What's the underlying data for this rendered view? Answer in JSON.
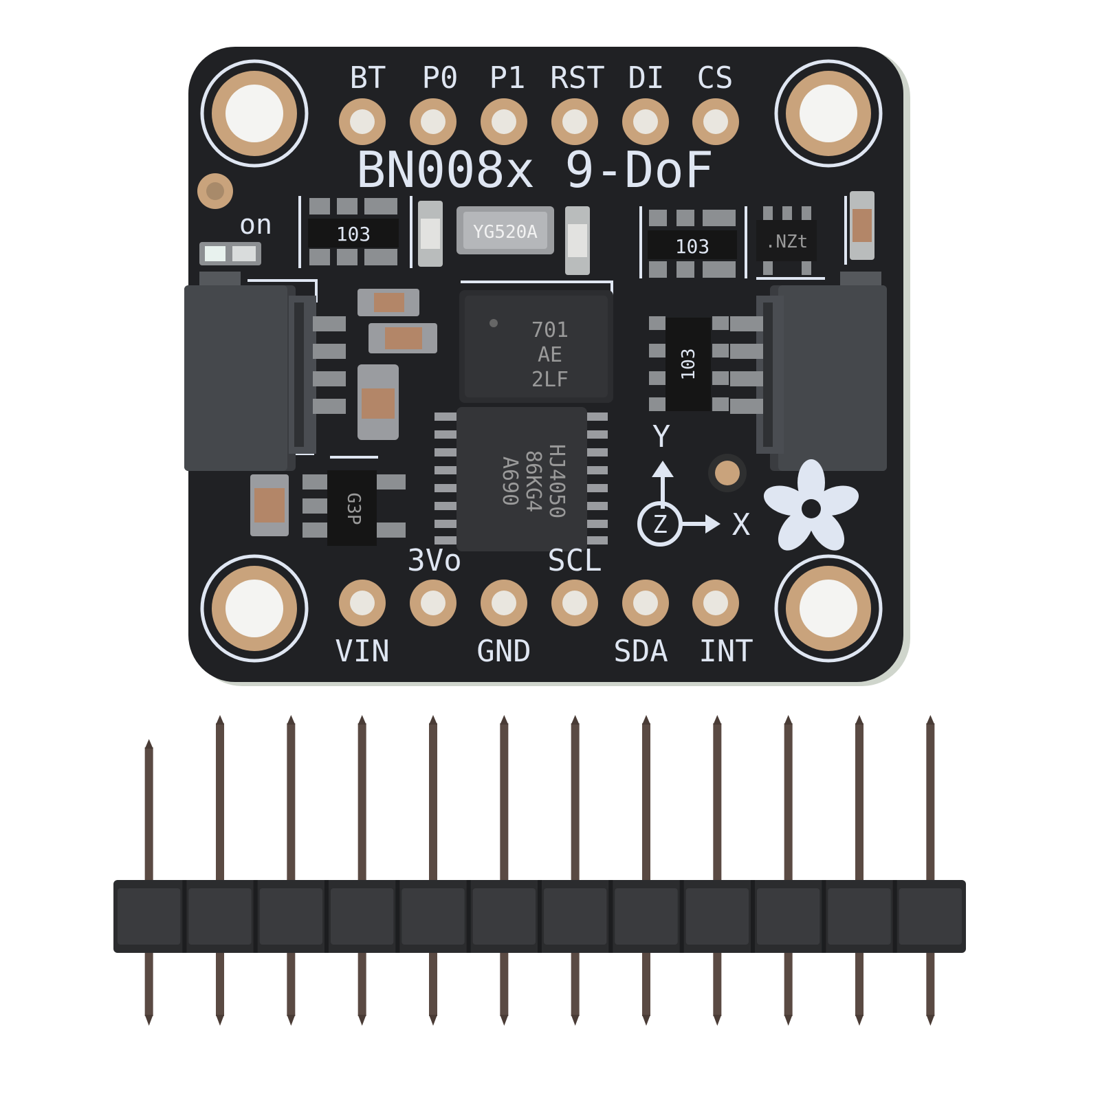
{
  "board": {
    "title": "BN008x 9-DoF",
    "top_pins": [
      "BT",
      "P0",
      "P1",
      "RST",
      "DI",
      "CS"
    ],
    "bottom_pins_lower": [
      "VIN",
      "GND",
      "SDA",
      "INT"
    ],
    "bottom_pins_upper": [
      "3Vo",
      "SCL"
    ],
    "led_label": "on",
    "crystal_label": "YG520A",
    "resistor_left_label": "103",
    "resistor_right_label": "103",
    "resistor_mid_label": "103",
    "small_chip_label": ".NZt",
    "sensor_chip_lines": [
      "701",
      "AE",
      "2LF"
    ],
    "regulator_chip_lines": [
      "HJ4050",
      "86KG4",
      "A690"
    ],
    "transistor_label": "G3P",
    "axis_x": "X",
    "axis_y": "Y",
    "axis_z": "Z"
  },
  "header": {
    "pin_count": 12
  },
  "colors": {
    "pcb": "#202124",
    "silkscreen": "#dfe6f2",
    "copper": "#c9a37c",
    "header_plastic": "#2b2c2e",
    "pin_metal": "#5a4a43"
  }
}
